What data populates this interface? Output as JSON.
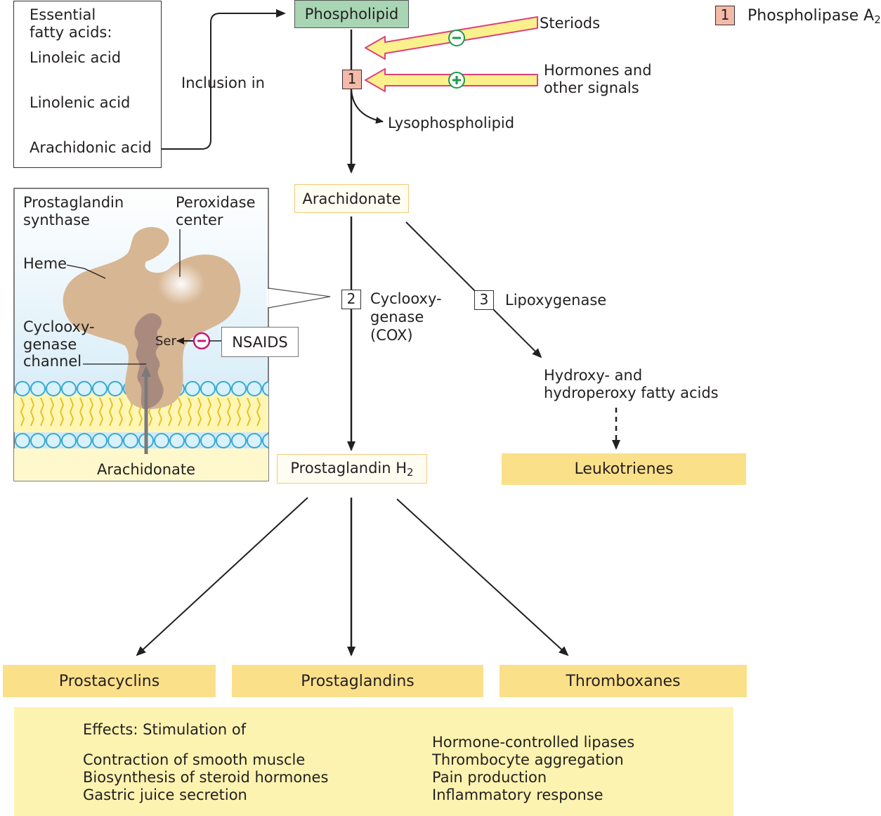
{
  "fatty_acids": {
    "title_line1": "Essential",
    "title_line2": "fatty acids:",
    "item1": "Linoleic acid",
    "item2": "Linolenic acid",
    "item3": "Arachidonic acid"
  },
  "inclusion_label": "Inclusion in",
  "phospholipid": "Phospholipid",
  "steroids": "Steriods",
  "hormones_line1": "Hormones and",
  "hormones_line2": "other signals",
  "lysophospholipid": "Lysophospholipid",
  "legend": {
    "number": "1",
    "label": "Phospholipase A",
    "sub": "2"
  },
  "enzyme_numbers": {
    "phospholipase": "1",
    "cox": "2",
    "lipoxygenase": "3"
  },
  "arachidonate": "Arachidonate",
  "cox_line1": "Cyclooxy-",
  "cox_line2": "genase",
  "cox_line3": "(COX)",
  "lipoxygenase": "Lipoxygenase",
  "hydroxy_line1": "Hydroxy- and",
  "hydroxy_line2": "hydroperoxy fatty acids",
  "pgh2": {
    "label": "Prostaglandin H",
    "sub": "2"
  },
  "leukotrienes": "Leukotrienes",
  "products": [
    "Prostacyclins",
    "Prostaglandins",
    "Thromboxanes"
  ],
  "inset": {
    "synthase_line1": "Prostaglandin",
    "synthase_line2": "synthase",
    "peroxidase_line1": "Peroxidase",
    "peroxidase_line2": "center",
    "heme": "Heme",
    "channel_line1": "Cyclooxy-",
    "channel_line2": "genase",
    "channel_line3": "channel",
    "ser": "Ser",
    "nsaids": "NSAIDS",
    "arachidonate": "Arachidonate"
  },
  "effects": {
    "title": "Effects: Stimulation of",
    "left": [
      "Contraction of smooth muscle",
      "Biosynthesis of steroid hormones",
      "Gastric juice secretion"
    ],
    "right": [
      "Hormone-controlled lipases",
      "Thrombocyte aggregation",
      "Pain production",
      "Inflammatory response"
    ]
  },
  "colors": {
    "phospholipid_fill": "#a8d5b3",
    "enzyme_red": "#f4b9a8",
    "product_yellow": "#fbe08a",
    "effects_yellow": "#fdf3b0",
    "signal_arrow_yellow": "#fbf18c",
    "signal_arrow_border": "#e0407a",
    "inhibit_green": "#1e9a4b",
    "membrane_blue": "#3aa9cf",
    "protein_tan": "#d7b693"
  }
}
